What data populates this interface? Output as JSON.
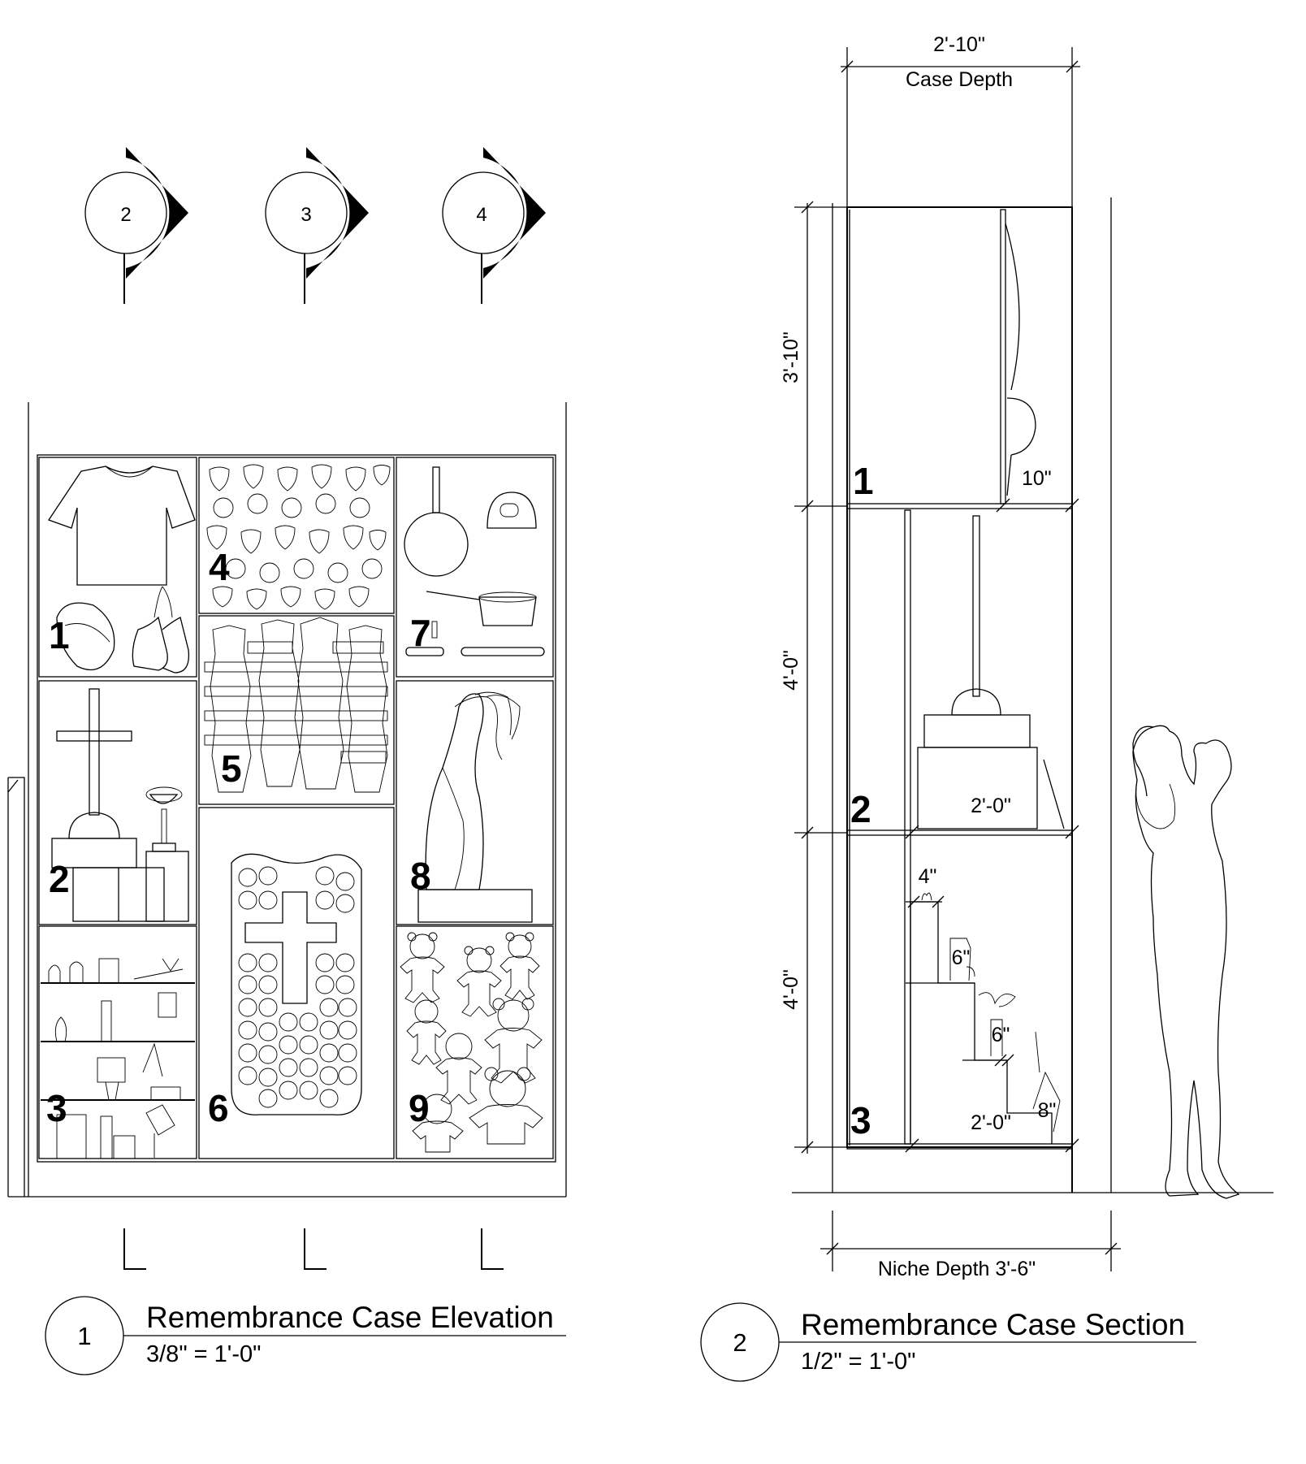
{
  "elevation_markers": [
    "2",
    "3",
    "4"
  ],
  "elevation": {
    "items": [
      "1",
      "2",
      "3",
      "4",
      "5",
      "6",
      "7",
      "8",
      "9"
    ]
  },
  "section": {
    "case_depth_value": "2'-10\"",
    "case_depth_label": "Case Depth",
    "height_1": "3'-10\"",
    "height_2": "4'-0\"",
    "height_3": "4'-0\"",
    "shelf_labels": [
      "1",
      "2",
      "3"
    ],
    "dim_10": "10\"",
    "dim_2ft_a": "2'-0\"",
    "dim_2ft_b": "2'-0\"",
    "dim_4in": "4\"",
    "dim_6in_a": "6\"",
    "dim_6in_b": "6\"",
    "dim_8in": "8\"",
    "niche_depth": "Niche Depth 3'-6\""
  },
  "titles": [
    {
      "number": "1",
      "name": "Remembrance Case Elevation",
      "scale": "3/8\" = 1'-0\""
    },
    {
      "number": "2",
      "name": "Remembrance Case Section",
      "scale": "1/2\" = 1'-0\""
    }
  ]
}
